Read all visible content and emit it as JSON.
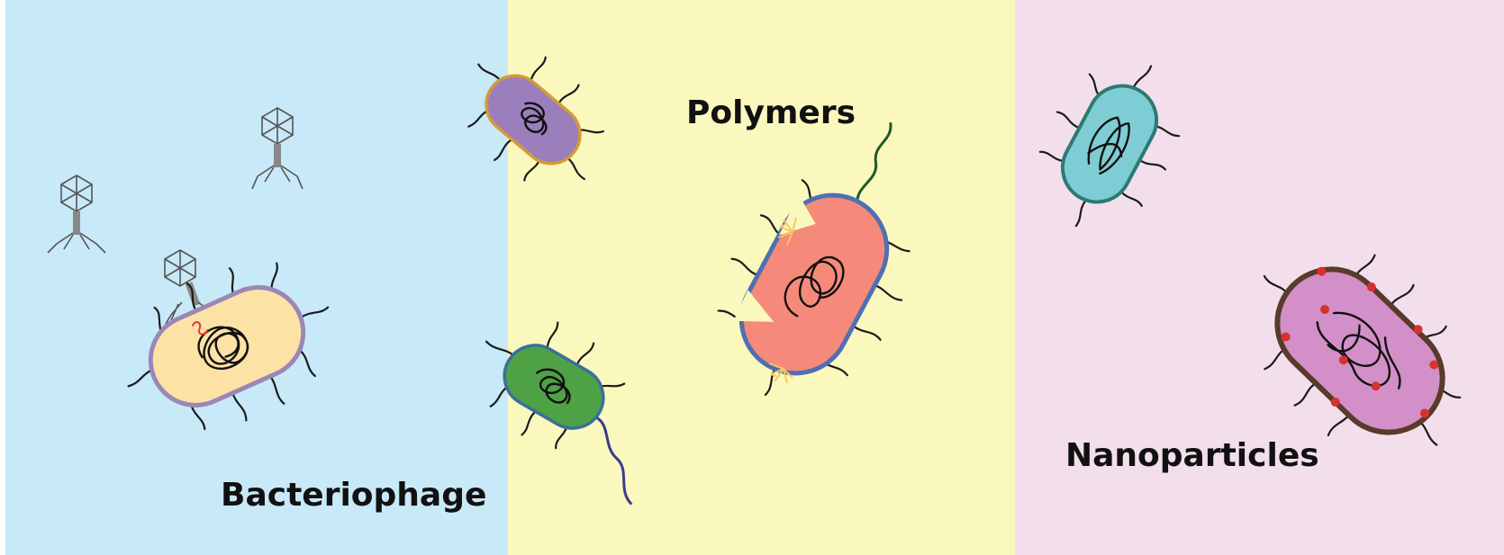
{
  "panels": [
    {
      "id": "bacteriophage",
      "label": "Bacteriophage",
      "color": "#c8e9f7"
    },
    {
      "id": "polymers",
      "label": "Polymers",
      "color": "#fbf8bd"
    },
    {
      "id": "nanoparticles",
      "label": "Nanoparticles",
      "color": "#f3dfec"
    }
  ],
  "colors": {
    "yellow_cell": "#fde2a5",
    "purple_cell": "#9b7ebc",
    "green_cell": "#4ea145",
    "red_cell": "#f58a7a",
    "teal_cell": "#7fcdd4",
    "pink_cell": "#d38fc7",
    "nanoparticle": "#d6322e",
    "polymer_burst": "#f6c85f"
  }
}
